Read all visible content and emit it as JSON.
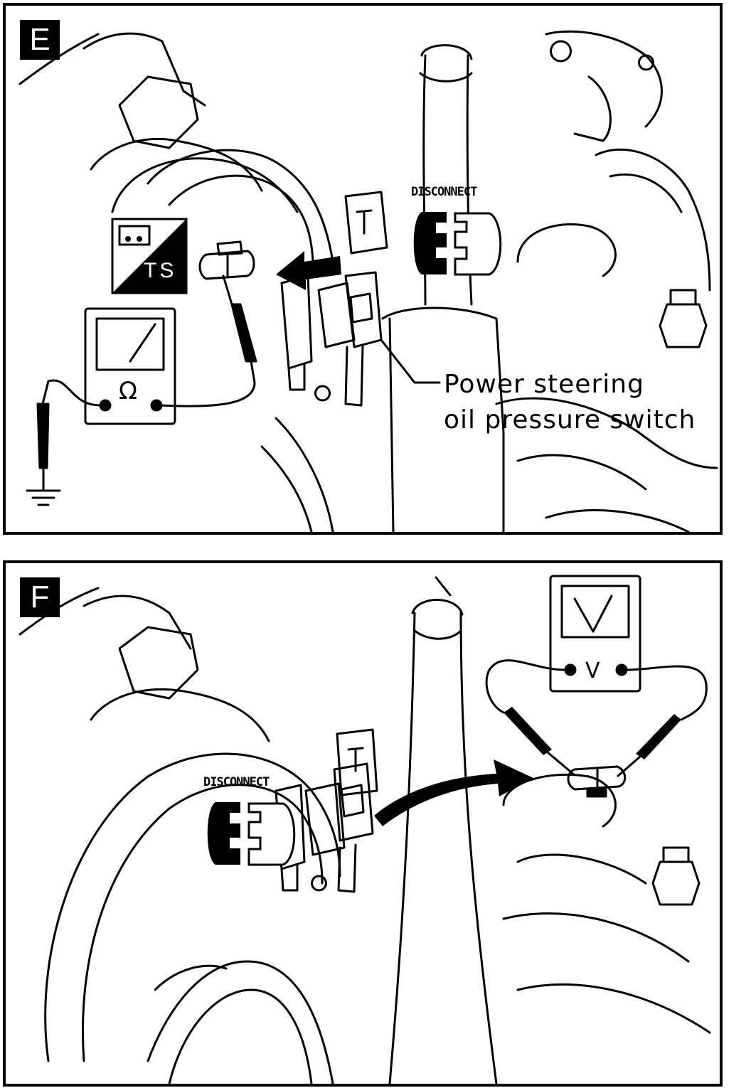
{
  "panels": [
    {
      "id": "E",
      "label": "E",
      "disconnect_label": "DISCONNECT",
      "tool_badge_text": "TS",
      "meter_symbol": "Ω",
      "callout_line1": "Power steering",
      "callout_line2": "oil pressure switch"
    },
    {
      "id": "F",
      "label": "F",
      "disconnect_label": "DISCONNECT",
      "meter_symbol": "V"
    }
  ],
  "colors": {
    "ink": "#000000",
    "paper": "#ffffff"
  }
}
